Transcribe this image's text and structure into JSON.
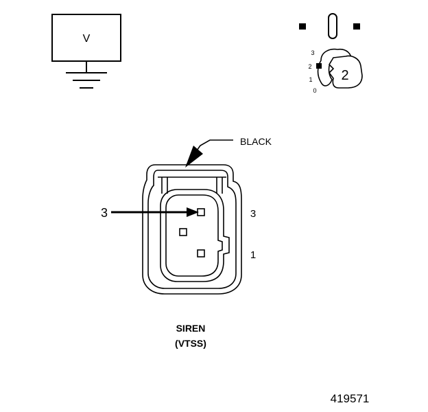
{
  "meter": {
    "label": "V"
  },
  "ignition": {
    "positions": [
      "3",
      "2",
      "1",
      "0"
    ],
    "key_position": "2"
  },
  "connector": {
    "color_label": "BLACK",
    "probe_pin": "3",
    "pin_labels": [
      "3",
      "1"
    ],
    "name": "SIREN",
    "code": "(VTSS)"
  },
  "figure_number": "419571",
  "colors": {
    "ink": "#000000",
    "background": "#ffffff"
  }
}
